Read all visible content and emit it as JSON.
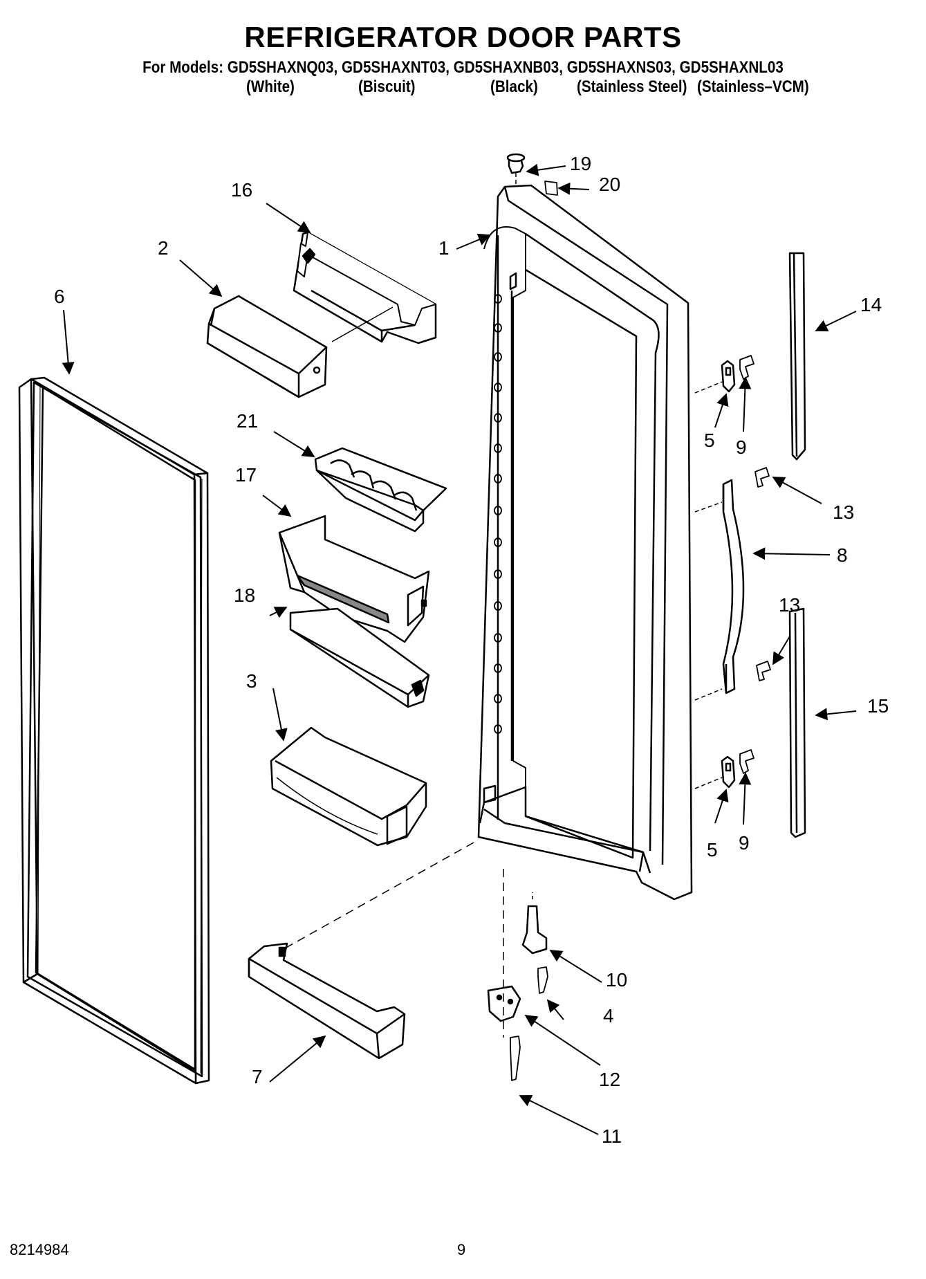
{
  "header": {
    "title": "REFRIGERATOR DOOR PARTS",
    "models_line": "For Models: GD5SHAXNQ03, GD5SHAXNT03, GD5SHAXNB03, GD5SHAXNS03, GD5SHAXNL03",
    "colors": [
      "(White)",
      "(Biscuit)",
      "(Black)",
      "(Stainless Steel)",
      "(Stainless–VCM)"
    ]
  },
  "callouts": {
    "c1": "1",
    "c2": "2",
    "c3": "3",
    "c4": "4",
    "c5a": "5",
    "c5b": "5",
    "c6": "6",
    "c7": "7",
    "c8": "8",
    "c9a": "9",
    "c9b": "9",
    "c10": "10",
    "c11": "11",
    "c12": "12",
    "c13a": "13",
    "c13b": "13",
    "c14": "14",
    "c15": "15",
    "c16": "16",
    "c17": "17",
    "c18": "18",
    "c19": "19",
    "c20": "20",
    "c21": "21"
  },
  "footer": {
    "doc_number": "8214984",
    "page_number": "9"
  }
}
